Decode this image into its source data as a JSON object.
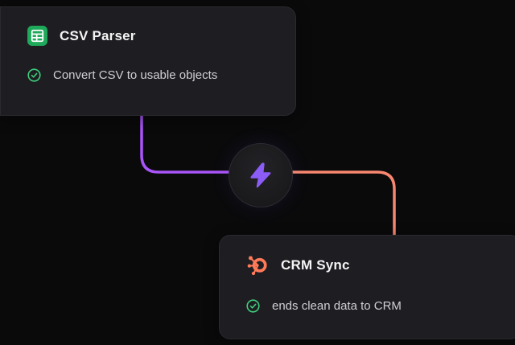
{
  "canvas": {
    "background_color": "#0a0a0b"
  },
  "nodes": {
    "csv_parser": {
      "title": "CSV Parser",
      "subtitle": "Convert CSV to usable objects",
      "icon": "spreadsheet-icon",
      "icon_color": "#1fa95a",
      "status_icon": "check-circle-icon",
      "status_color": "#3fce7c"
    },
    "crm_sync": {
      "title": "CRM Sync",
      "subtitle": "ends clean data to CRM",
      "icon": "hubspot-sprocket-icon",
      "icon_color": "#ff7a59",
      "status_icon": "check-circle-icon",
      "status_color": "#3fce7c"
    },
    "center": {
      "icon": "lightning-bolt-icon",
      "icon_color": "#8b5cf6"
    }
  },
  "connectors": {
    "csv_to_center_color": "#a855f7",
    "center_to_crm_color": "#f8876f"
  }
}
